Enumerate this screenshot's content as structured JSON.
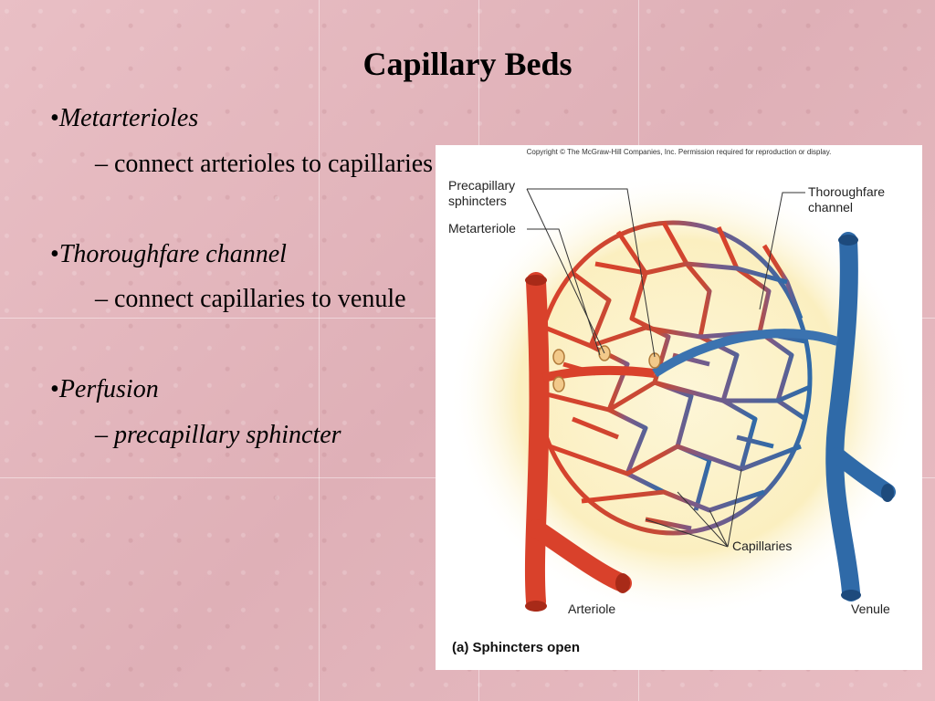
{
  "slide": {
    "title": "Capillary Beds",
    "bullets": [
      {
        "marker": "•",
        "term": "Metarterioles",
        "detail": "– connect arterioles to capillaries"
      },
      {
        "marker": "•",
        "term": "Thoroughfare channel",
        "detail": "– connect capillaries to venule"
      },
      {
        "marker": "•",
        "term": "Perfusion",
        "detail": "– precapillary sphincter"
      }
    ]
  },
  "figure": {
    "copyright": "Copyright © The McGraw-Hill Companies, Inc. Permission required for reproduction or display.",
    "labels": {
      "precapillary_sphincters": "Precapillary\nsphincters",
      "metarteriole": "Metarteriole",
      "thoroughfare_channel": "Thoroughfare\nchannel",
      "capillaries": "Capillaries",
      "arteriole": "Arteriole",
      "venule": "Venule"
    },
    "caption": "(a) Sphincters open",
    "colors": {
      "artery": "#d9412b",
      "vein": "#2f6aa8",
      "glow": "#fbefc0"
    }
  }
}
